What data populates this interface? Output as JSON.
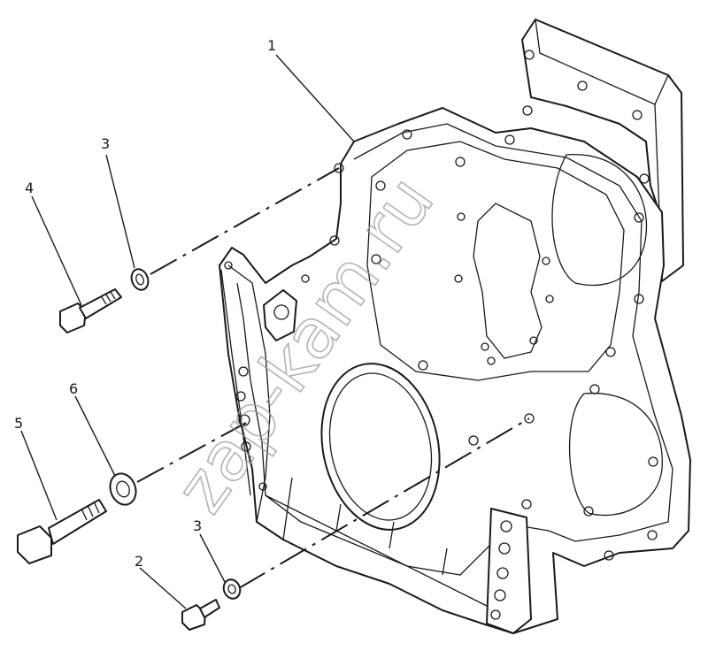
{
  "watermark": "zap-kam.ru",
  "callouts": [
    {
      "id": "1",
      "label": "1"
    },
    {
      "id": "2",
      "label": "2"
    },
    {
      "id": "3a",
      "label": "3"
    },
    {
      "id": "3b",
      "label": "3"
    },
    {
      "id": "4",
      "label": "4"
    },
    {
      "id": "5",
      "label": "5"
    },
    {
      "id": "6",
      "label": "6"
    }
  ]
}
